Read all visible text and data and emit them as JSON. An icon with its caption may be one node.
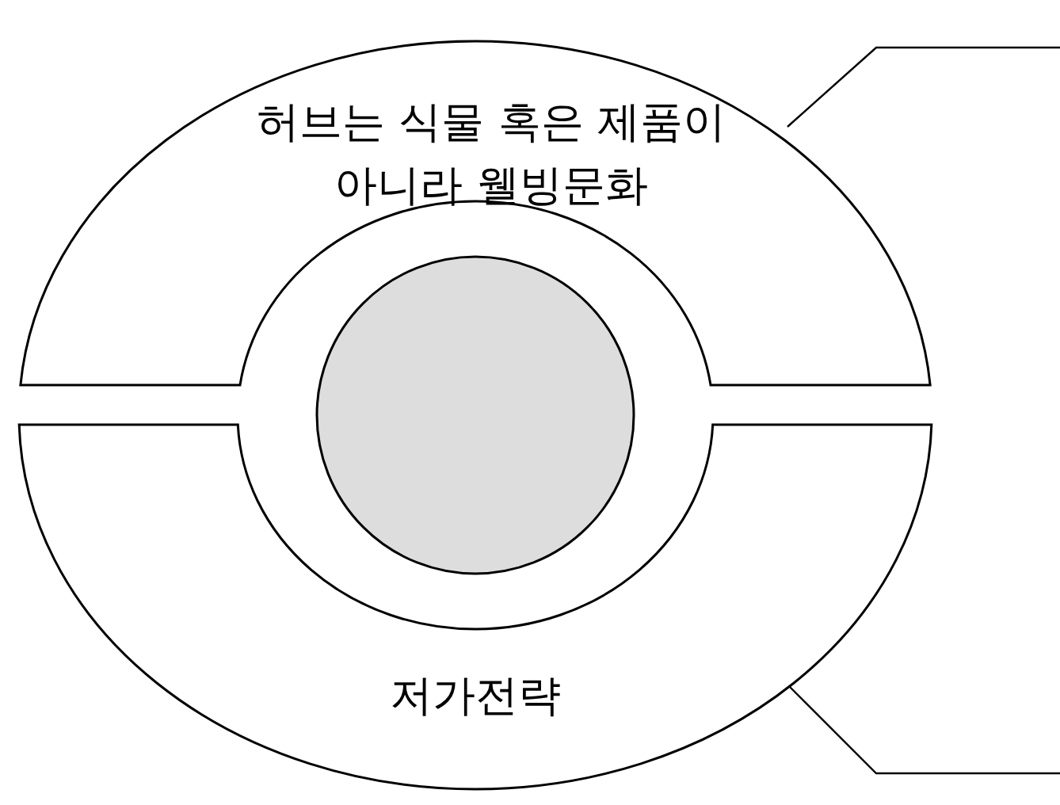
{
  "diagram": {
    "nodes": [
      {
        "text": [
          "허브는 식물 혹은 제품이 아니라 웰빙문화"
        ]
      },
      {
        "text": [
          "저가전략"
        ]
      },
      {
        "text": [],
        "shape": "circle"
      }
    ],
    "edges": [
      {
        "from": 0,
        "to": null,
        "arrow": "none"
      },
      {
        "from": 1,
        "to": null,
        "arrow": "none"
      }
    ]
  }
}
